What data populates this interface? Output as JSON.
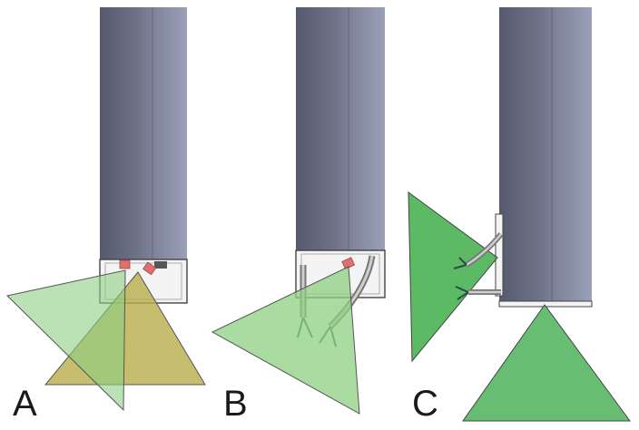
{
  "panels": [
    {
      "label": "A"
    },
    {
      "label": "B"
    },
    {
      "label": "C"
    }
  ],
  "colors": {
    "shaft_dark": "#5b5f73",
    "shaft_light": "#8d93ab",
    "view_field_green": "#4caf50",
    "view_field_light_green": "#a9d8a0",
    "view_field_olive": "#b8ac4a",
    "camera_red": "#e07070",
    "outline": "#333333"
  }
}
